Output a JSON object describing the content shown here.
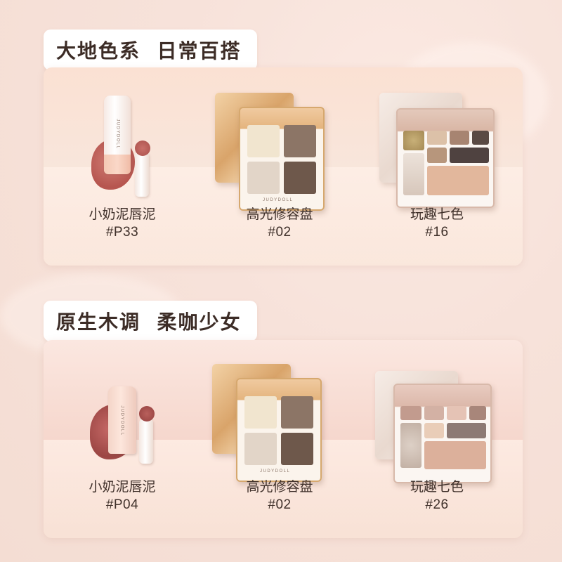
{
  "sections": [
    {
      "title": "大地色系  日常百搭",
      "products": [
        {
          "name": "小奶泥唇泥",
          "code": "#P33",
          "icon": "lip-mud-tube"
        },
        {
          "name": "高光修容盘",
          "code": "#02",
          "icon": "highlight-contour-palette"
        },
        {
          "name": "玩趣七色",
          "code": "#16",
          "icon": "seven-color-eyeshadow-palette"
        }
      ]
    },
    {
      "title": "原生木调  柔咖少女",
      "products": [
        {
          "name": "小奶泥唇泥",
          "code": "#P04",
          "icon": "lip-mud-tube"
        },
        {
          "name": "高光修容盘",
          "code": "#02",
          "icon": "highlight-contour-palette"
        },
        {
          "name": "玩趣七色",
          "code": "#26",
          "icon": "seven-color-eyeshadow-palette"
        }
      ]
    }
  ],
  "palette_brand": "JUDYDOLL",
  "colors": {
    "lip_p33": "#c4665f",
    "lip_p04": "#b05a57",
    "contour_shell": "#d8a86a",
    "section_text": "#3c2c26"
  }
}
